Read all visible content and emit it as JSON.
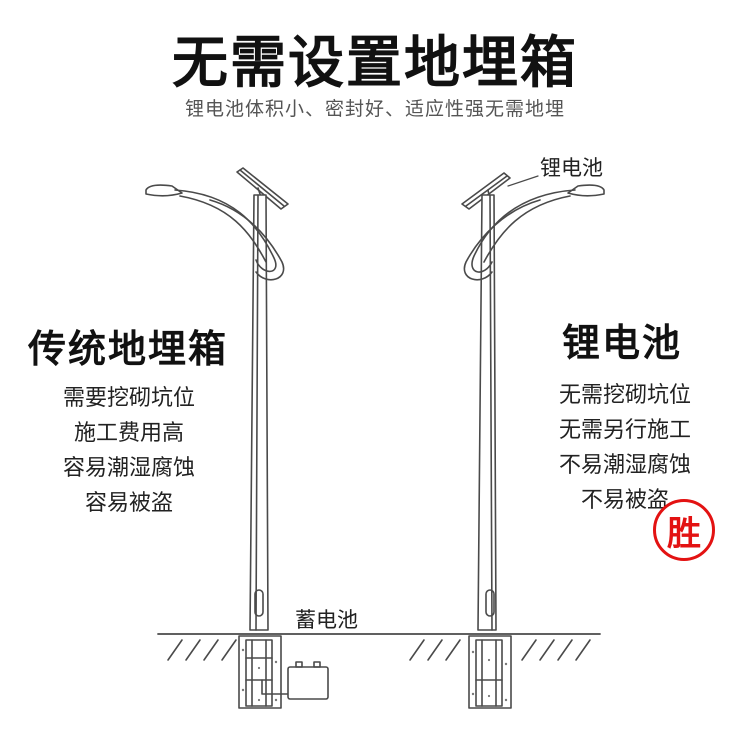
{
  "header": {
    "title": "无需设置地埋箱",
    "subtitle": "锂电池体积小、密封好、适应性强无需地埋"
  },
  "left": {
    "heading": "传统地埋箱",
    "items": [
      "需要挖砌坑位",
      "施工费用高",
      "容易潮湿腐蚀",
      "容易被盗"
    ]
  },
  "right": {
    "heading": "锂电池",
    "items": [
      "无需挖砌坑位",
      "无需另行施工",
      "不易潮湿腐蚀",
      "不易被盗"
    ],
    "badge": "胜"
  },
  "labels": {
    "lithium": "锂电池",
    "battery": "蓄电池"
  },
  "colors": {
    "line": "#4a4a4a",
    "badge": "#e31212"
  }
}
